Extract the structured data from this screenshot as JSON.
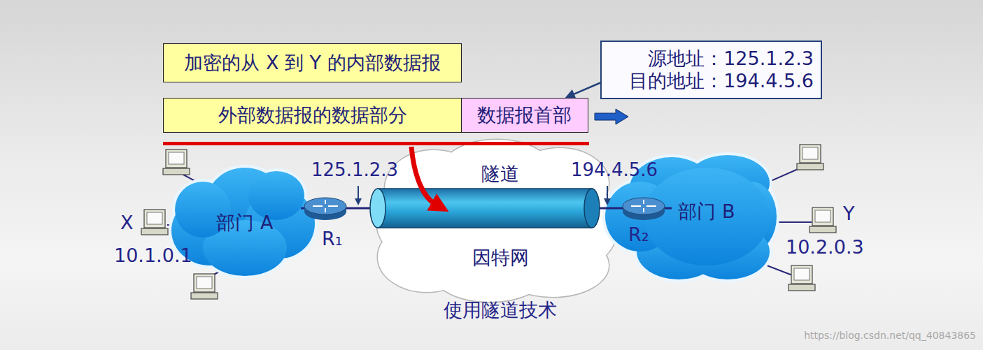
{
  "diagram": {
    "caption": "使用隧道技术",
    "nodes": [
      {
        "text": [
          "加密的从 X 到 Y 的内部数据报"
        ]
      },
      {
        "text": [
          "源地址：125.1.2.3",
          "目的地址：194.4.5.6"
        ]
      },
      {
        "text": [
          "外部数据报的数据部分"
        ]
      },
      {
        "text": [
          "数据报首部"
        ]
      },
      {
        "text": [
          "部门 A"
        ]
      },
      {
        "text": [
          "隧道",
          "因特网"
        ]
      },
      {
        "text": [
          "部门 B"
        ]
      }
    ],
    "edges": [
      {
        "from": 1,
        "to": 3,
        "arrow": "to"
      }
    ],
    "labels": [
      "125.1.2.3",
      "194.4.5.6",
      "R₁",
      "R₂",
      "X",
      "10.1.0.1",
      "Y",
      "10.2.0.3",
      "https://blog.csdn.net/qq_40843865"
    ]
  }
}
